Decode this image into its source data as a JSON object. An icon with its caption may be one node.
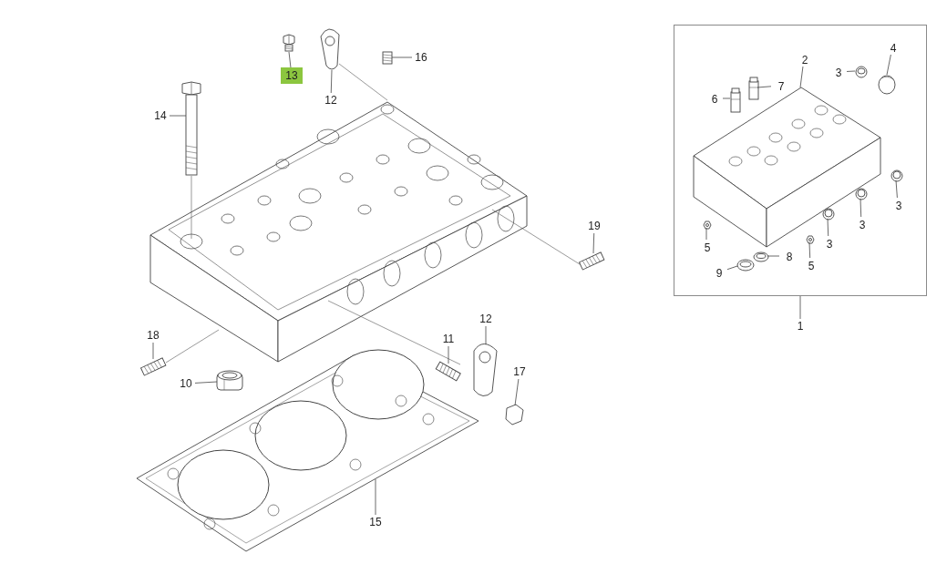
{
  "diagram": {
    "nodes": [
      {
        "text": [
          "13"
        ]
      },
      {
        "text": [
          "12"
        ]
      },
      {
        "text": [
          "16"
        ]
      },
      {
        "text": [
          "14"
        ]
      },
      {
        "text": [
          "19"
        ]
      },
      {
        "text": [
          "18"
        ]
      },
      {
        "text": [
          "12"
        ]
      },
      {
        "text": [
          "11"
        ]
      },
      {
        "text": [
          "17"
        ]
      },
      {
        "text": [
          "10"
        ]
      },
      {
        "text": [
          "15"
        ]
      },
      {
        "text": [],
        "shape": "box"
      },
      {
        "text": [
          "1"
        ]
      },
      {
        "text": [
          "2"
        ],
        "in": 11
      },
      {
        "text": [
          "3"
        ],
        "in": 11
      },
      {
        "text": [
          "4"
        ],
        "in": 11
      },
      {
        "text": [
          "6"
        ],
        "in": 11
      },
      {
        "text": [
          "7"
        ],
        "in": 11
      },
      {
        "text": [
          "3"
        ],
        "in": 11
      },
      {
        "text": [
          "3"
        ],
        "in": 11
      },
      {
        "text": [
          "5"
        ],
        "in": 11
      },
      {
        "text": [
          "3"
        ],
        "in": 11
      },
      {
        "text": [
          "8"
        ],
        "in": 11
      },
      {
        "text": [
          "5"
        ],
        "in": 11
      },
      {
        "text": [
          "9"
        ],
        "in": 11
      },
      {
        "text": [],
        "shape": "picture"
      },
      {
        "text": [],
        "shape": "picture"
      },
      {
        "text": [],
        "shape": "picture"
      },
      {
        "text": [],
        "shape": "picture"
      },
      {
        "text": [],
        "shape": "picture"
      },
      {
        "text": [],
        "shape": "picture"
      },
      {
        "text": [],
        "shape": "picture"
      },
      {
        "text": [],
        "shape": "picture"
      },
      {
        "text": [],
        "shape": "picture"
      },
      {
        "text": [],
        "shape": "picture"
      },
      {
        "text": [],
        "shape": "picture"
      },
      {
        "text": [],
        "shape": "picture",
        "in": 11
      },
      {
        "text": [],
        "shape": "picture",
        "in": 11
      },
      {
        "text": [],
        "shape": "picture",
        "in": 11
      },
      {
        "text": [],
        "shape": "picture",
        "in": 11
      },
      {
        "text": [],
        "shape": "picture",
        "in": 11
      },
      {
        "text": [],
        "shape": "picture",
        "in": 11
      },
      {
        "text": [],
        "shape": "picture",
        "in": 11
      },
      {
        "text": [],
        "shape": "picture",
        "in": 11
      },
      {
        "text": [],
        "shape": "picture",
        "in": 11
      },
      {
        "text": [],
        "shape": "picture",
        "in": 11
      },
      {
        "text": [],
        "shape": "picture",
        "in": 11
      },
      {
        "text": [],
        "shape": "picture",
        "in": 11
      }
    ],
    "edges": [
      {
        "from": 0,
        "to": 25,
        "arrow": "none"
      },
      {
        "from": 1,
        "to": 26,
        "arrow": "none"
      },
      {
        "from": 2,
        "to": 27,
        "arrow": "none"
      },
      {
        "from": 3,
        "to": 28,
        "arrow": "none"
      },
      {
        "from": 4,
        "to": 29,
        "arrow": "none"
      },
      {
        "from": 5,
        "to": 30,
        "arrow": "none"
      },
      {
        "from": 6,
        "to": 31,
        "arrow": "none"
      },
      {
        "from": 7,
        "to": 32,
        "arrow": "none"
      },
      {
        "from": 8,
        "to": 33,
        "arrow": "none"
      },
      {
        "from": 9,
        "to": 34,
        "arrow": "none"
      },
      {
        "from": 10,
        "to": 35,
        "arrow": "none"
      },
      {
        "from": 12,
        "to": 11,
        "arrow": "none"
      },
      {
        "from": 13,
        "to": 36,
        "arrow": "none"
      },
      {
        "from": 14,
        "to": 37,
        "arrow": "none"
      },
      {
        "from": 15,
        "to": 38,
        "arrow": "none"
      },
      {
        "from": 16,
        "to": 39,
        "arrow": "none"
      },
      {
        "from": 17,
        "to": 40,
        "arrow": "none"
      },
      {
        "from": 18,
        "to": 41,
        "arrow": "none"
      },
      {
        "from": 19,
        "to": 42,
        "arrow": "none"
      },
      {
        "from": 20,
        "to": 43,
        "arrow": "none"
      },
      {
        "from": 21,
        "to": 44,
        "arrow": "none"
      },
      {
        "from": 22,
        "to": 45,
        "arrow": "none"
      },
      {
        "from": 23,
        "to": 46,
        "arrow": "none"
      },
      {
        "from": 24,
        "to": 47,
        "arrow": "none"
      }
    ]
  }
}
